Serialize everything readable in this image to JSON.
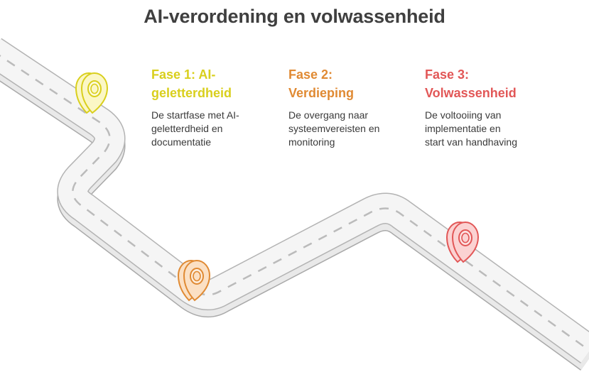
{
  "title": "AI-verordening en volwassenheid",
  "colors": {
    "phase1": "#d9cf1d",
    "phase2": "#e08a33",
    "phase3": "#e25757",
    "road_fill": "#f4f4f4",
    "road_edge": "#b9b9b9",
    "road_dash": "#bdbdbd"
  },
  "phases": [
    {
      "title_line1": "Fase 1: AI-",
      "title_line2": "geletterdheid",
      "desc_line1": "De startfase met AI-",
      "desc_line2": "geletterdheid en",
      "desc_line3": "documentatie",
      "marker_icon": "location-pin-icon"
    },
    {
      "title_line1": "Fase 2:",
      "title_line2": "Verdieping",
      "desc_line1": "De overgang naar",
      "desc_line2": "systeemvereisten en",
      "desc_line3": "monitoring",
      "marker_icon": "location-pin-icon"
    },
    {
      "title_line1": "Fase 3:",
      "title_line2": "Volwassenheid",
      "desc_line1": "De voltooiing van",
      "desc_line2": "implementatie en",
      "desc_line3": "start van handhaving",
      "marker_icon": "location-pin-icon"
    }
  ]
}
